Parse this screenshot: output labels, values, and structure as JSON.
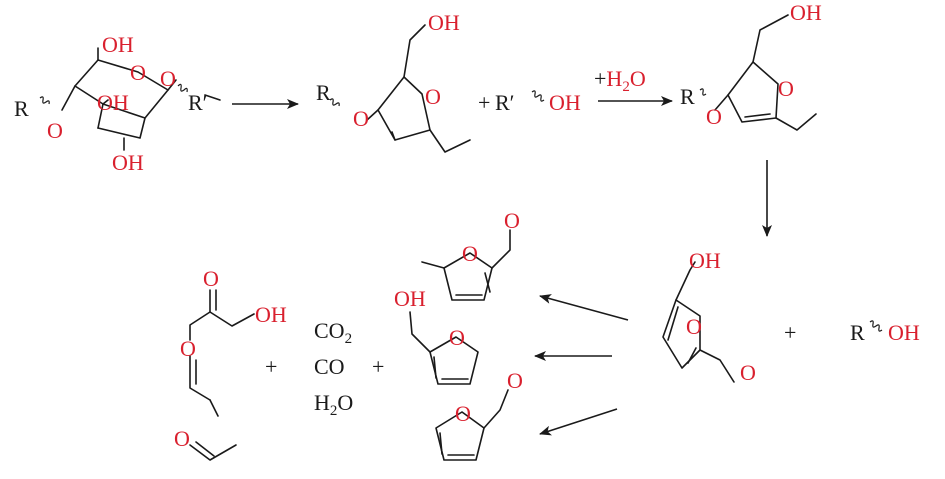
{
  "colors": {
    "heteroatom": "#d9202e",
    "bond": "#1a1a1a",
    "background": "#ffffff"
  },
  "labels": {
    "OH": "OH",
    "O": "O",
    "R": "R",
    "R_prime": "R′",
    "plus": "+",
    "H2O_h": "H",
    "H2O_2": "2",
    "H2O_o": "O",
    "CO2_c": "CO",
    "CO2_2": "2",
    "CO": "CO",
    "H2O_full_h": "H",
    "H2O_full_2": "2",
    "H2O_full_o": "O"
  }
}
